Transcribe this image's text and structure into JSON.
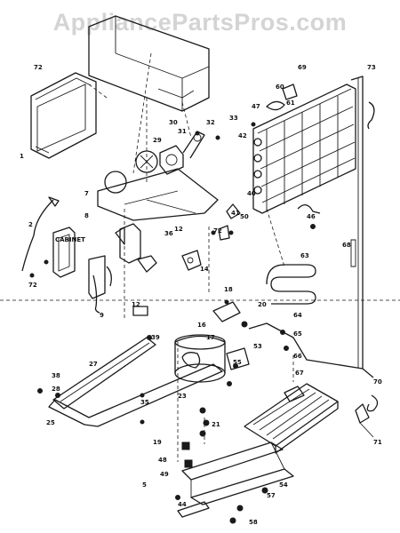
{
  "watermark": "AppliancePartsPros.com",
  "label_word": "CABINET",
  "callouts": [
    {
      "id": "72a",
      "text": "72"
    },
    {
      "id": "1",
      "text": "1"
    },
    {
      "id": "2",
      "text": "2"
    },
    {
      "id": "69",
      "text": "69"
    },
    {
      "id": "73",
      "text": "73"
    },
    {
      "id": "47",
      "text": "47"
    },
    {
      "id": "61",
      "text": "61"
    },
    {
      "id": "60",
      "text": "60"
    },
    {
      "id": "33",
      "text": "33"
    },
    {
      "id": "32",
      "text": "32"
    },
    {
      "id": "31",
      "text": "31"
    },
    {
      "id": "30",
      "text": "30"
    },
    {
      "id": "29",
      "text": "29"
    },
    {
      "id": "42",
      "text": "42"
    },
    {
      "id": "40",
      "text": "40"
    },
    {
      "id": "7",
      "text": "7"
    },
    {
      "id": "41",
      "text": "41"
    },
    {
      "id": "50",
      "text": "50"
    },
    {
      "id": "46",
      "text": "46"
    },
    {
      "id": "8",
      "text": "8"
    },
    {
      "id": "12",
      "text": "12"
    },
    {
      "id": "36",
      "text": "36"
    },
    {
      "id": "72b",
      "text": "72"
    },
    {
      "id": "68",
      "text": "68"
    },
    {
      "id": "14",
      "text": "14"
    },
    {
      "id": "72c",
      "text": "72"
    },
    {
      "id": "63",
      "text": "63"
    },
    {
      "id": "9",
      "text": "9"
    },
    {
      "id": "18",
      "text": "18"
    },
    {
      "id": "12b",
      "text": "12"
    },
    {
      "id": "20",
      "text": "20"
    },
    {
      "id": "16",
      "text": "16"
    },
    {
      "id": "64",
      "text": "64"
    },
    {
      "id": "17",
      "text": "17"
    },
    {
      "id": "53",
      "text": "53"
    },
    {
      "id": "65",
      "text": "65"
    },
    {
      "id": "39",
      "text": "39"
    },
    {
      "id": "27",
      "text": "27"
    },
    {
      "id": "55",
      "text": "55"
    },
    {
      "id": "66",
      "text": "66"
    },
    {
      "id": "38",
      "text": "38"
    },
    {
      "id": "28",
      "text": "28"
    },
    {
      "id": "23",
      "text": "23"
    },
    {
      "id": "67",
      "text": "67"
    },
    {
      "id": "70",
      "text": "70"
    },
    {
      "id": "25",
      "text": "25"
    },
    {
      "id": "35",
      "text": "35"
    },
    {
      "id": "21",
      "text": "21"
    },
    {
      "id": "71",
      "text": "71"
    },
    {
      "id": "19",
      "text": "19"
    },
    {
      "id": "48",
      "text": "48"
    },
    {
      "id": "49",
      "text": "49"
    },
    {
      "id": "54",
      "text": "54"
    },
    {
      "id": "57",
      "text": "57"
    },
    {
      "id": "58",
      "text": "58"
    },
    {
      "id": "5",
      "text": "5"
    },
    {
      "id": "44",
      "text": "44"
    }
  ]
}
